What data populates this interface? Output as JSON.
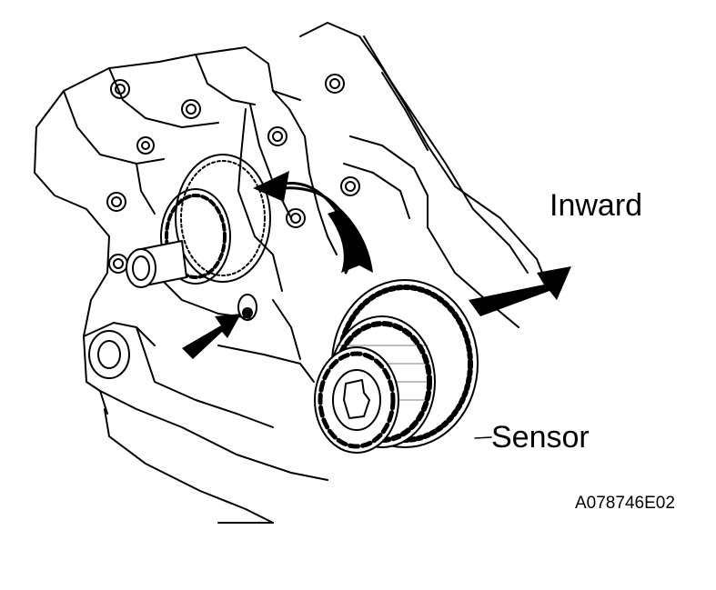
{
  "labels": {
    "inward": "Inward",
    "sensor": "Sensor",
    "figure_code": "A078746E02"
  },
  "colors": {
    "ink": "#000000",
    "paper": "#ffffff"
  }
}
